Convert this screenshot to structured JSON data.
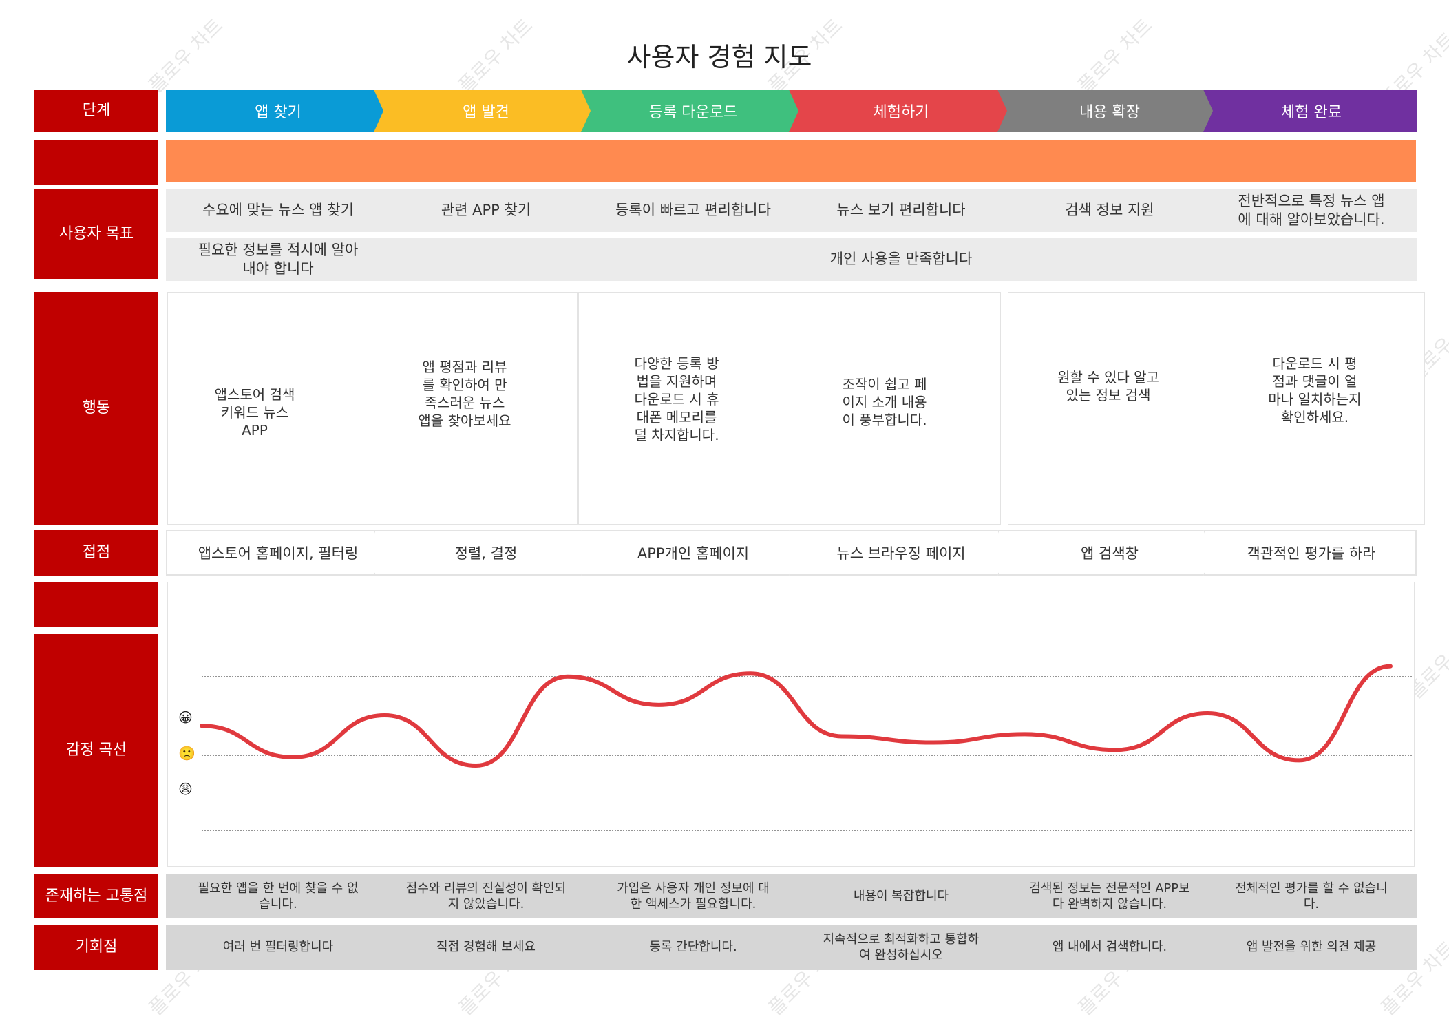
{
  "title": "사용자 경험 지도",
  "labels": {
    "stage": "단계",
    "empty1": "",
    "goals": "사용자 목표",
    "actions": "행동",
    "touchpoints": "접점",
    "empty2": "",
    "emotion": "감정 곡선",
    "pain": "존재하는 고통점",
    "opportunity": "기회점"
  },
  "stages": [
    {
      "label": "앱 찾기",
      "color": "#0a9bd6"
    },
    {
      "label": "앱 발견",
      "color": "#fbbd24"
    },
    {
      "label": "등록 다운로드",
      "color": "#3fc07e"
    },
    {
      "label": "체험하기",
      "color": "#e4454a"
    },
    {
      "label": "내용 확장",
      "color": "#7f7f7f"
    },
    {
      "label": "체험 완료",
      "color": "#7030a0"
    }
  ],
  "orange_color": "#ff8a50",
  "goals_row1": [
    "수요에 맞는 뉴스 앱 찾기",
    "관련 APP 찾기",
    "등록이 빠르고 편리합니다",
    "뉴스 보기 편리합니다",
    "검색 정보 지원",
    "전반적으로 특정 뉴스 앱에 대해 알아보았습니다."
  ],
  "goals_row2": [
    "필요한 정보를 적시에 알아내야 합니다",
    "",
    "",
    "개인 사용을 만족합니다",
    "",
    ""
  ],
  "actions": [
    "앱스토어 검색 키워드 뉴스 APP",
    "앱 평점과 리뷰를 확인하여 만족스러운 뉴스 앱을 찾아보세요",
    "다양한 등록 방법을 지원하며 다운로드 시 휴대폰 메모리를 덜 차지합니다.",
    "조작이 쉽고 페이지 소개 내용이 풍부합니다.",
    "원할 수 있다 알고 있는 정보 검색",
    "다운로드 시 평점과 댓글이 얼마나 일치하는지 확인하세요."
  ],
  "touchpoints": [
    "앱스토어 홈페이지, 필터링",
    "정렬, 결정",
    "APP개인 홈페이지",
    "뉴스 브라우징 페이지",
    "앱 검색창",
    "객관적인 평가를 하라"
  ],
  "emotion": {
    "levels": [
      "happy",
      "neutral",
      "sad"
    ],
    "curve_color": "#e0393e",
    "points": [
      0.62,
      0.92,
      0.52,
      1.0,
      0.15,
      0.42,
      0.12,
      0.72,
      0.78,
      0.7,
      0.85,
      0.5,
      0.95,
      0.05
    ]
  },
  "pain_points": [
    "필요한 앱을 한 번에 찾을 수 없습니다.",
    "점수와 리뷰의 진실성이 확인되지 않았습니다.",
    "가입은 사용자 개인 정보에 대한 액세스가 필요합니다.",
    "내용이 복잡합니다",
    "검색된 정보는 전문적인 APP보다 완벽하지 않습니다.",
    "전체적인 평가를 할 수 없습니다."
  ],
  "opportunities": [
    "여러 번 필터링합니다",
    "직접 경험해 보세요",
    "등록 간단합니다.",
    "지속적으로 최적화하고 통합하여 완성하십시오",
    "앱 내에서 검색합니다.",
    "앱 발전을 위한 의견 제공"
  ],
  "watermark": "플로우 차트"
}
